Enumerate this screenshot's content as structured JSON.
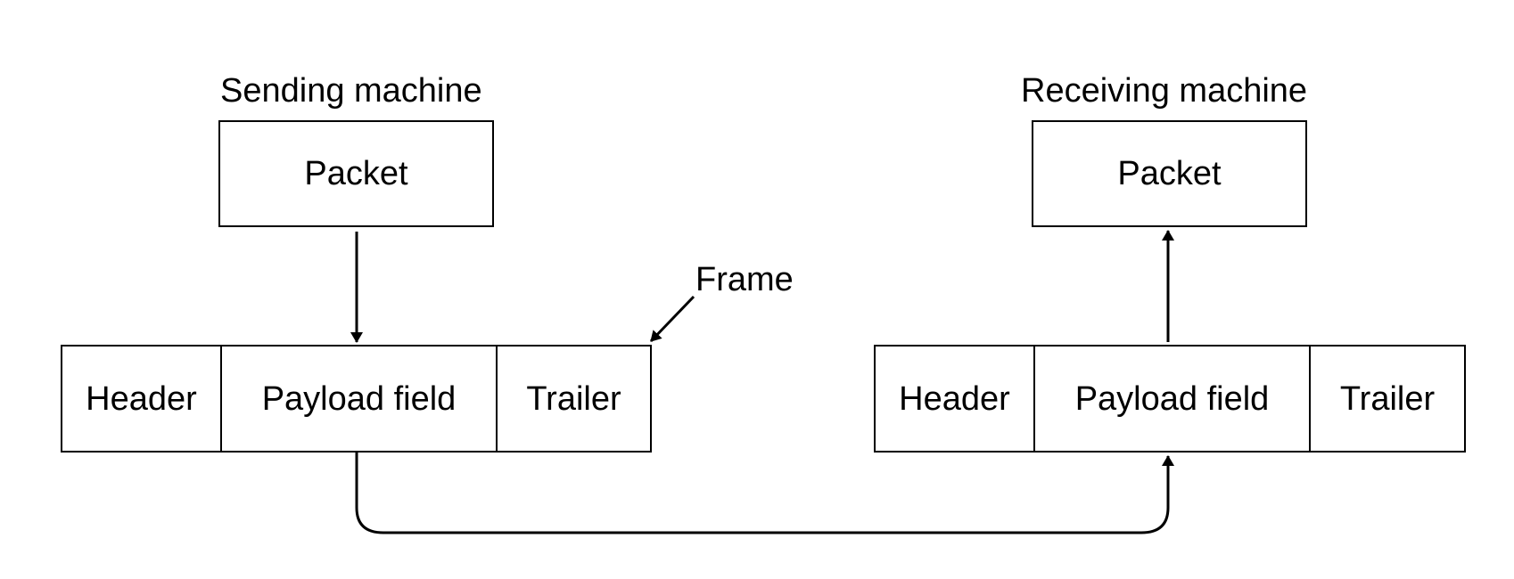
{
  "sender": {
    "title": "Sending machine",
    "packet_label": "Packet",
    "frame": {
      "label": "Frame",
      "fields": [
        "Header",
        "Payload field",
        "Trailer"
      ]
    }
  },
  "receiver": {
    "title": "Receiving machine",
    "packet_label": "Packet",
    "frame": {
      "fields": [
        "Header",
        "Payload field",
        "Trailer"
      ]
    }
  },
  "colors": {
    "line": "#000000",
    "background": "#ffffff"
  }
}
